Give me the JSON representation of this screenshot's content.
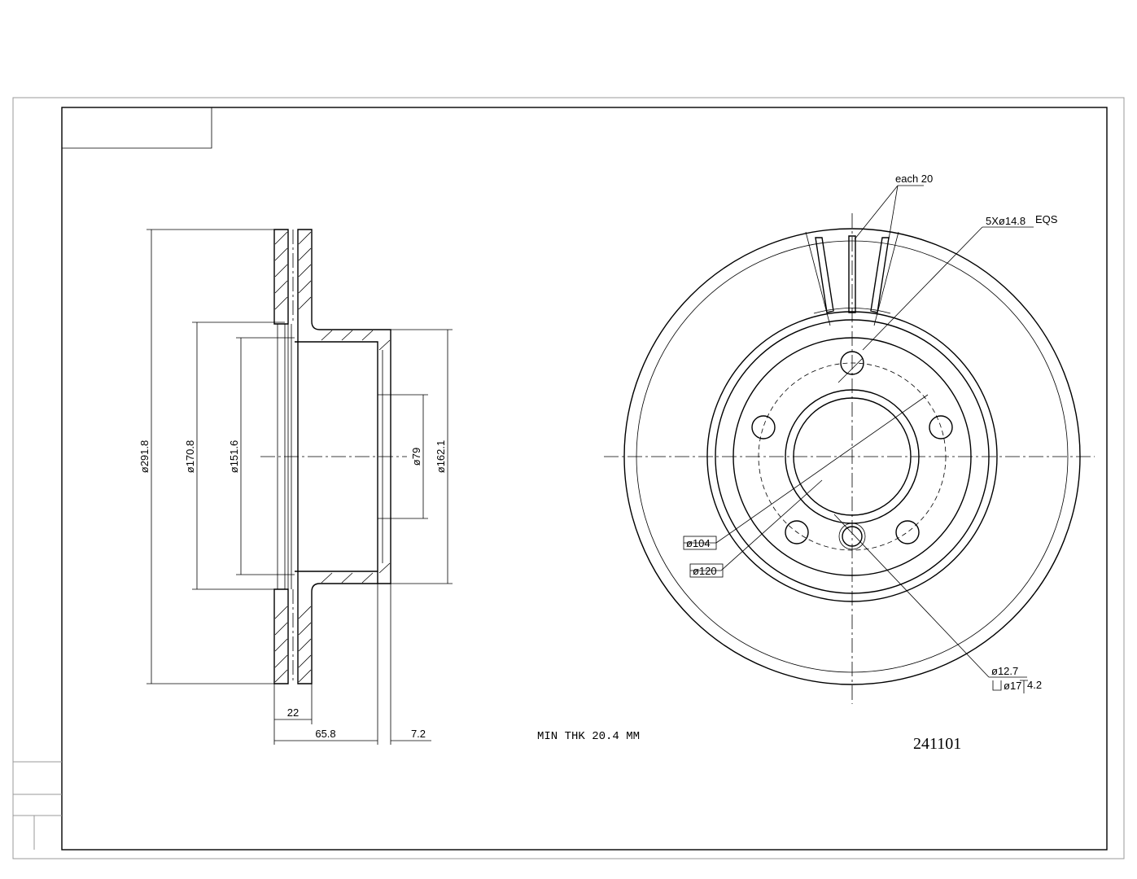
{
  "part_number": "241101",
  "note": "MIN THK 20.4 MM",
  "section_view": {
    "dim_outer": "ø291.8",
    "dim_hat_outer": "ø170.8",
    "dim_hat_inner": "ø151.6",
    "dim_bore": "ø79",
    "dim_hat_face": "ø162.1",
    "dim_thickness": "22",
    "dim_height": "65.8",
    "dim_offset": "7.2"
  },
  "front_view": {
    "vanes": "each 20",
    "bolt_holes": "5Xø14.8",
    "bolt_holes_suffix": "EQS",
    "bolt_circle": "ø104",
    "pilot_circle": "ø120",
    "small_hole": "ø12.7",
    "counterbore": "ø17",
    "counterbore_depth": "4.2"
  }
}
